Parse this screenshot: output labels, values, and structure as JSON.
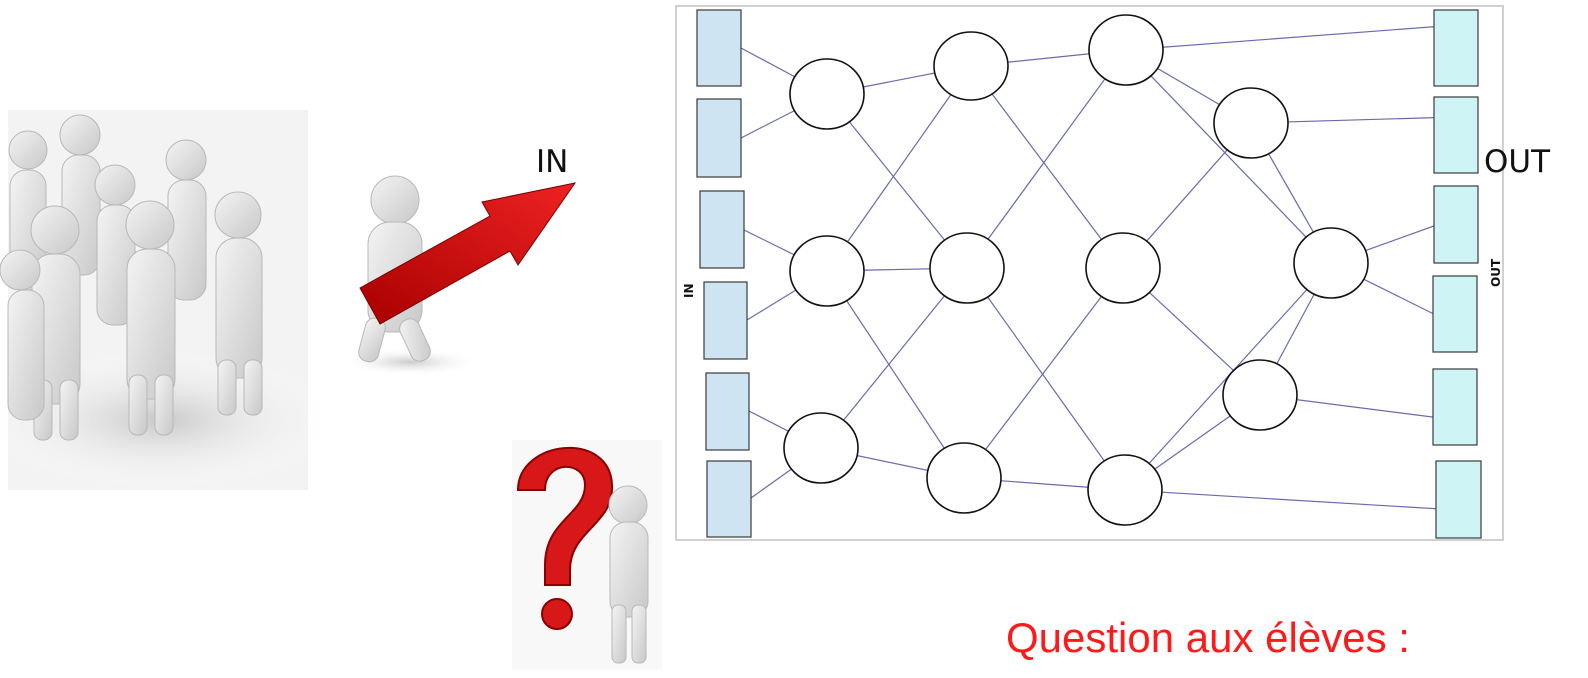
{
  "labels": {
    "in": "IN",
    "out": "OUT",
    "in_small": "IN",
    "out_small": "OUT"
  },
  "question_text": "Question aux élèves :",
  "colors": {
    "input_box": "#cfe4f2",
    "output_box": "#cff4f6",
    "edge": "#6a6ab0",
    "question": "#ff1a1a",
    "arrow": "#cc0a0a"
  },
  "illustrations": {
    "crowd": "white-3d-people-walking-illustration",
    "leader_with_arrow": "white-3d-figure-carrying-red-arrow",
    "thinker": "white-3d-figure-with-red-question-mark"
  }
}
